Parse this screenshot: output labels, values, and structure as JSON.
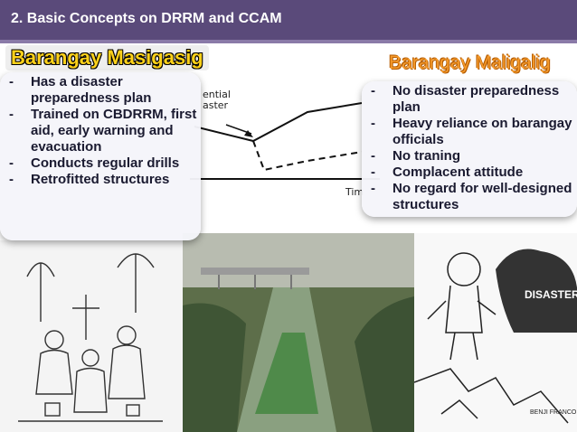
{
  "header": {
    "title": "2.  Basic Concepts on DRRM and CCAM"
  },
  "left": {
    "title": "Barangay Masigasig",
    "items": [
      "Has a disaster preparedness plan",
      "Trained on CBDRRM, first aid, early warning and evacuation",
      "Conducts regular drills",
      "Retrofitted structures"
    ]
  },
  "right": {
    "title": "Barangay Maligalig",
    "items": [
      "No disaster preparedness plan",
      "Heavy reliance on barangay officials",
      "No traning",
      "Complacent attitude",
      "No regard for well-designed structures"
    ]
  },
  "graph": {
    "label_top": "ential",
    "label_bottom": "aster",
    "time_label": "Tim"
  },
  "photos": {
    "cartoon_text": "DISASTER",
    "signature": "BENJI FRANCO"
  },
  "colors": {
    "header_bg": "#5a4a7a",
    "title_left": "#ffd21a",
    "title_right": "#f59a2b"
  }
}
